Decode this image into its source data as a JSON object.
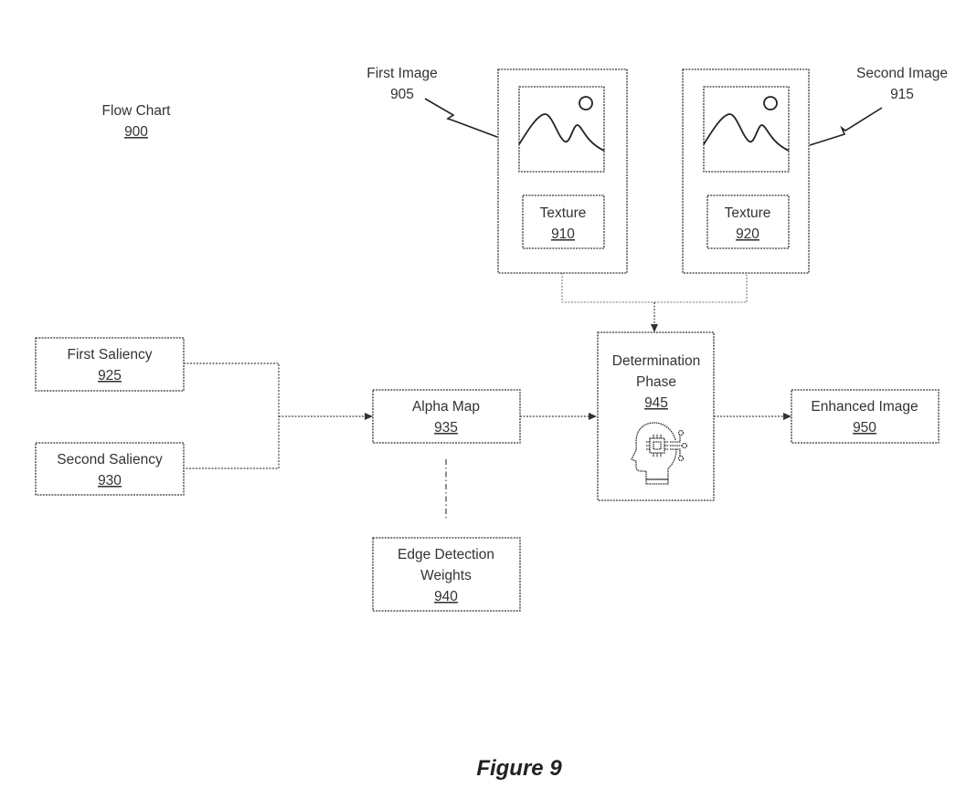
{
  "figure": {
    "caption": "Figure 9",
    "title": {
      "label": "Flow Chart",
      "ref": "900"
    }
  },
  "nodes": {
    "first_image": {
      "label": "First Image",
      "ref": "905",
      "icon": "image-icon",
      "texture": {
        "label": "Texture",
        "ref": "910"
      }
    },
    "second_image": {
      "label": "Second Image",
      "ref": "915",
      "icon": "image-icon",
      "texture": {
        "label": "Texture",
        "ref": "920"
      }
    },
    "first_saliency": {
      "label": "First Saliency",
      "ref": "925"
    },
    "second_saliency": {
      "label": "Second Saliency",
      "ref": "930"
    },
    "alpha_map": {
      "label": "Alpha Map",
      "ref": "935"
    },
    "edge_detection": {
      "label_line1": "Edge Detection",
      "label_line2": "Weights",
      "ref": "940"
    },
    "determination": {
      "label_line1": "Determination",
      "label_line2": "Phase",
      "ref": "945",
      "icon": "ai-head-chip-icon"
    },
    "enhanced_image": {
      "label": "Enhanced Image",
      "ref": "950"
    }
  },
  "edges": [
    {
      "from": "first_image",
      "to": "determination",
      "type": "arrow"
    },
    {
      "from": "second_image",
      "to": "determination",
      "type": "arrow"
    },
    {
      "from": "first_saliency",
      "to": "alpha_map",
      "type": "arrow"
    },
    {
      "from": "second_saliency",
      "to": "alpha_map",
      "type": "arrow"
    },
    {
      "from": "alpha_map",
      "to": "determination",
      "type": "arrow"
    },
    {
      "from": "determination",
      "to": "enhanced_image",
      "type": "arrow"
    },
    {
      "from": "edge_detection",
      "to": "alpha_map",
      "type": "dash-dot-line"
    }
  ]
}
